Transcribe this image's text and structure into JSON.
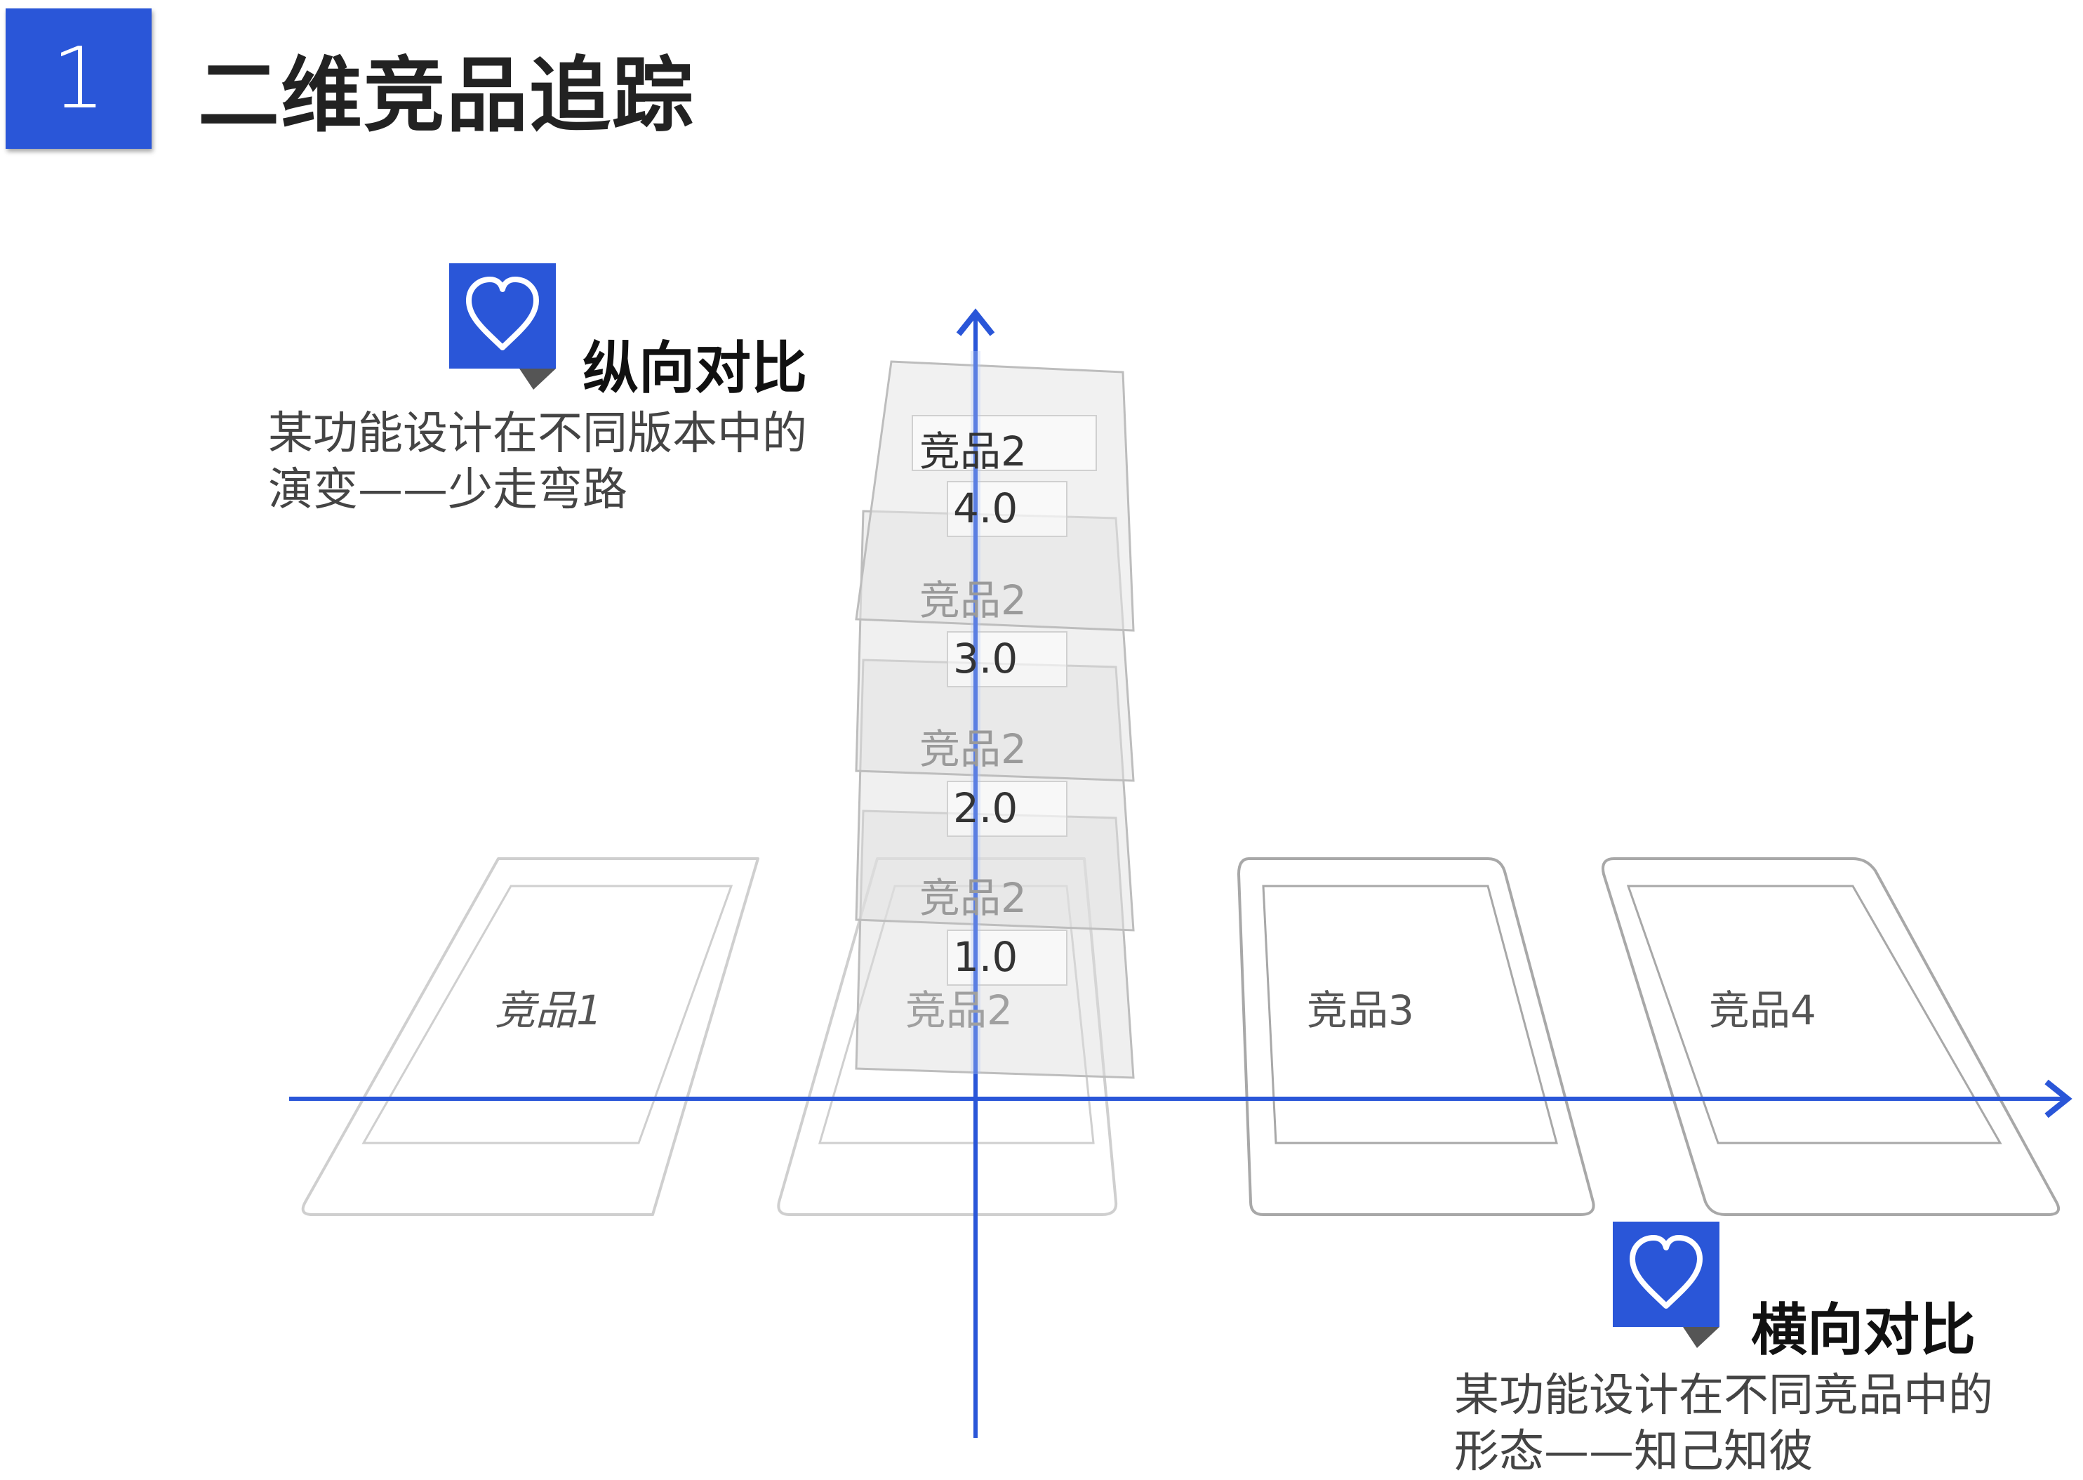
{
  "header": {
    "number": "1",
    "title": "二维竞品追踪"
  },
  "vertical": {
    "heading": "纵向对比",
    "description_lines": [
      "某功能设计在不同版本中的",
      "演变——少走弯路"
    ]
  },
  "horizontal": {
    "heading": "横向对比",
    "description_lines": [
      "某功能设计在不同竞品中的",
      "形态——知己知彼"
    ]
  },
  "phones": [
    {
      "label": "竞品1"
    },
    {
      "label": "竞品2"
    },
    {
      "label": "竞品3"
    },
    {
      "label": "竞品4"
    }
  ],
  "version_cards": [
    {
      "name": "竞品2",
      "version": "4.0"
    },
    {
      "name": "竞品2",
      "version": "3.0"
    },
    {
      "name": "竞品2",
      "version": "2.0"
    },
    {
      "name": "竞品2",
      "version": "1.0"
    }
  ],
  "colors": {
    "accent": "#2a56d8",
    "outline": "#b5b5b5",
    "heading": "#111111",
    "text": "#444444"
  },
  "icons": {
    "badge": "heart-icon"
  }
}
